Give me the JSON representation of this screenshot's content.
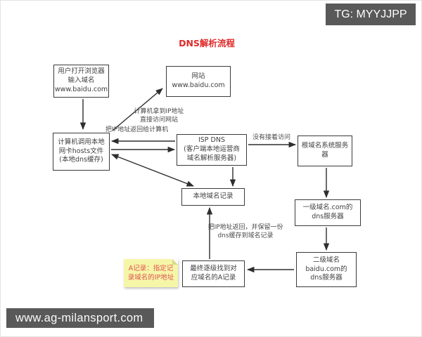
{
  "page": {
    "title": "DNS解析流程",
    "badge": "TG: MYYJJPP",
    "footer_url": "www.ag-milansport.com"
  },
  "nodes": {
    "user": "用户打开浏览器\n输入域名\nwww.baidu.com",
    "website": "网站\nwww.baidu.com",
    "hosts": "计算机调用本地\n网卡hosts文件\n(本地dns缓存)",
    "isp": "ISP DNS\n(客户端本地运营商\n域名解析服务器)",
    "root": "根域名系统服务\n器",
    "tld": "一级域名.com的\ndns服务器",
    "sld": "二级域名\nbaidu.com的\ndns服务器",
    "local_records": "本地域名记录",
    "a_record": "最终逐级找到对\n应域名的A记录",
    "note": "A记录：指定记\n录域名的IP地址"
  },
  "edge_labels": {
    "direct_access": "计算机拿到IP地址\n直接访问网站",
    "return_ip": "把IP地址返回给计算机",
    "no_access": "没有接着访问",
    "return_cache": "把IP地址返回，并保留一份\ndns缓存到域名记录"
  },
  "colors": {
    "title_red": "#e02a2a",
    "note_bg": "#f6f6a8",
    "note_text": "#e05252",
    "badge_bg": "#595959",
    "line": "#2e2e2e"
  }
}
